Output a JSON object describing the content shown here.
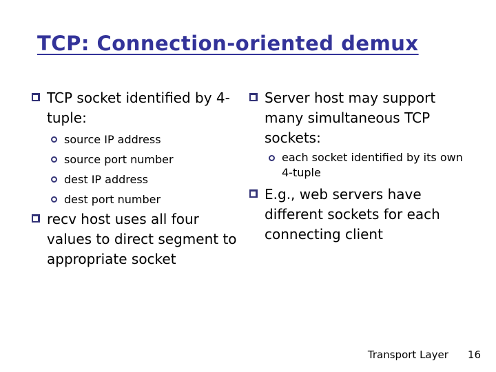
{
  "slide": {
    "title": "TCP: Connection-oriented demux",
    "colors": {
      "title": "#333399",
      "bullet": "#333377",
      "text": "#000000"
    },
    "left_column": {
      "bullet1": "TCP socket identified by 4-tuple:",
      "subs": [
        "source IP address",
        "source port number",
        "dest IP address",
        "dest port number"
      ],
      "bullet2": "recv host uses all four values to direct segment to appropriate socket"
    },
    "right_column": {
      "bullet1": "Server host may support many simultaneous TCP sockets:",
      "subs": [
        "each socket identified by its own 4-tuple"
      ],
      "bullet2": "E.g., web servers have different sockets for each connecting client"
    },
    "footer": {
      "section": "Transport Layer",
      "page": "16"
    }
  }
}
